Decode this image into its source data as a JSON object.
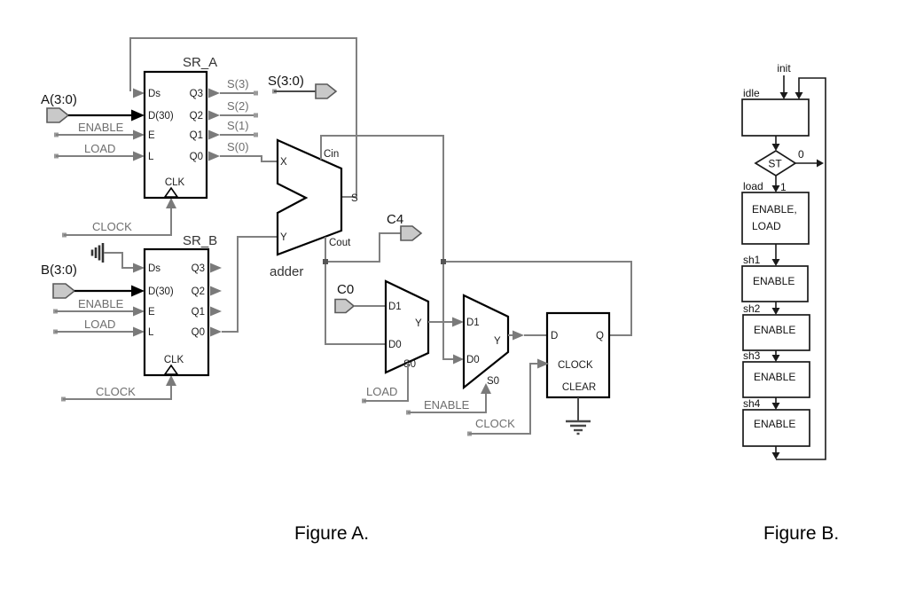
{
  "figure_a": {
    "caption": "Figure A.",
    "sr_a": {
      "title": "SR_A",
      "pin_ds": "Ds",
      "pin_d": "D(30)",
      "pin_e": "E",
      "pin_l": "L",
      "pin_clk": "CLK",
      "pin_q3": "Q3",
      "pin_q2": "Q2",
      "pin_q1": "Q1",
      "pin_q0": "Q0",
      "input_bus": "A(3:0)",
      "input_enable": "ENABLE",
      "input_load": "LOAD",
      "input_clock": "CLOCK"
    },
    "sr_b": {
      "title": "SR_B",
      "pin_ds": "Ds",
      "pin_d": "D(30)",
      "pin_e": "E",
      "pin_l": "L",
      "pin_clk": "CLK",
      "pin_q3": "Q3",
      "pin_q2": "Q2",
      "pin_q1": "Q1",
      "pin_q0": "Q0",
      "input_bus": "B(3:0)",
      "input_enable": "ENABLE",
      "input_load": "LOAD",
      "input_clock": "CLOCK"
    },
    "adder": {
      "label": "adder",
      "pin_x": "X",
      "pin_y": "Y",
      "pin_cin": "Cin",
      "pin_s": "S",
      "pin_cout": "Cout"
    },
    "sum_outputs": {
      "bus": "S(3:0)",
      "s3": "S(3)",
      "s2": "S(2)",
      "s1": "S(1)",
      "s0": "S(0)"
    },
    "carry": {
      "c4": "C4",
      "c0": "C0"
    },
    "mux1": {
      "pin_d1": "D1",
      "pin_d0": "D0",
      "pin_y": "Y",
      "pin_s0": "S0",
      "select": "LOAD"
    },
    "mux2": {
      "pin_d1": "D1",
      "pin_d0": "D0",
      "pin_y": "Y",
      "pin_s0": "S0",
      "select": "ENABLE"
    },
    "flipflop": {
      "pin_d": "D",
      "pin_q": "Q",
      "pin_clock": "CLOCK",
      "pin_clear": "CLEAR",
      "clock_signal": "CLOCK"
    }
  },
  "figure_b": {
    "caption": "Figure B.",
    "entry_label": "init",
    "decision": {
      "label": "ST",
      "no_branch": "0",
      "yes_branch": "1"
    },
    "states": {
      "idle": {
        "name": "idle"
      },
      "load": {
        "name": "load",
        "action1": "ENABLE,",
        "action2": "LOAD"
      },
      "sh1": {
        "name": "sh1",
        "action": "ENABLE"
      },
      "sh2": {
        "name": "sh2",
        "action": "ENABLE"
      },
      "sh3": {
        "name": "sh3",
        "action": "ENABLE"
      },
      "sh4": {
        "name": "sh4",
        "action": "ENABLE"
      }
    }
  },
  "colors": {
    "wire_gray": "#808080",
    "outline_black": "#000000",
    "pad_fill": "#c9c9c9",
    "signal_label_gray": "#6e6e6e",
    "flowchart_black": "#1a1a1a"
  }
}
